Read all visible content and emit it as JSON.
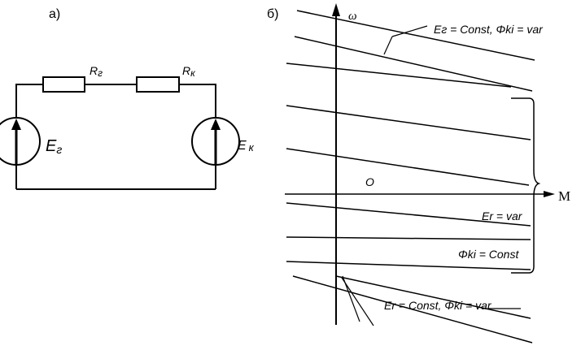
{
  "panel_a": {
    "label": "а)",
    "resistor_1": {
      "label_main": "R",
      "label_sub": "г"
    },
    "resistor_2": {
      "label_main": "R",
      "label_sub": "к"
    },
    "source_1": {
      "label_main": "E",
      "label_sub": "г"
    },
    "source_2": {
      "label_main": "E",
      "label_sub": "к"
    }
  },
  "panel_b": {
    "label": "б)",
    "y_axis_label": "ω",
    "x_axis_label": "M",
    "origin_label": "O",
    "annotation_top": "Eг  = Const, Φkі = var",
    "annotation_er_var": "Er = var",
    "annotation_phi_const": "Φkі = Const",
    "annotation_bottom": "Er = Const, Φkі = var"
  },
  "colors": {
    "ink": "#000000",
    "background": "#ffffff"
  }
}
